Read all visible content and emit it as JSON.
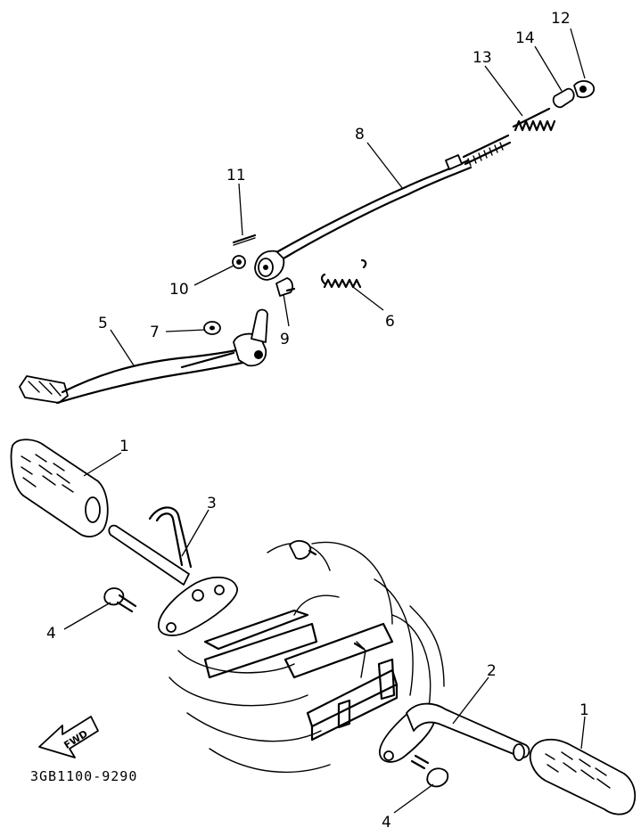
{
  "callouts": {
    "c1a": "1",
    "c1b": "1",
    "c2": "2",
    "c3": "3",
    "c4a": "4",
    "c4b": "4",
    "c5": "5",
    "c6": "6",
    "c7": "7",
    "c8": "8",
    "c9": "9",
    "c10": "10",
    "c11": "11",
    "c12": "12",
    "c13": "13",
    "c14": "14"
  },
  "fwd_label": "FWD",
  "diagram_code": "3GB1100-9290"
}
